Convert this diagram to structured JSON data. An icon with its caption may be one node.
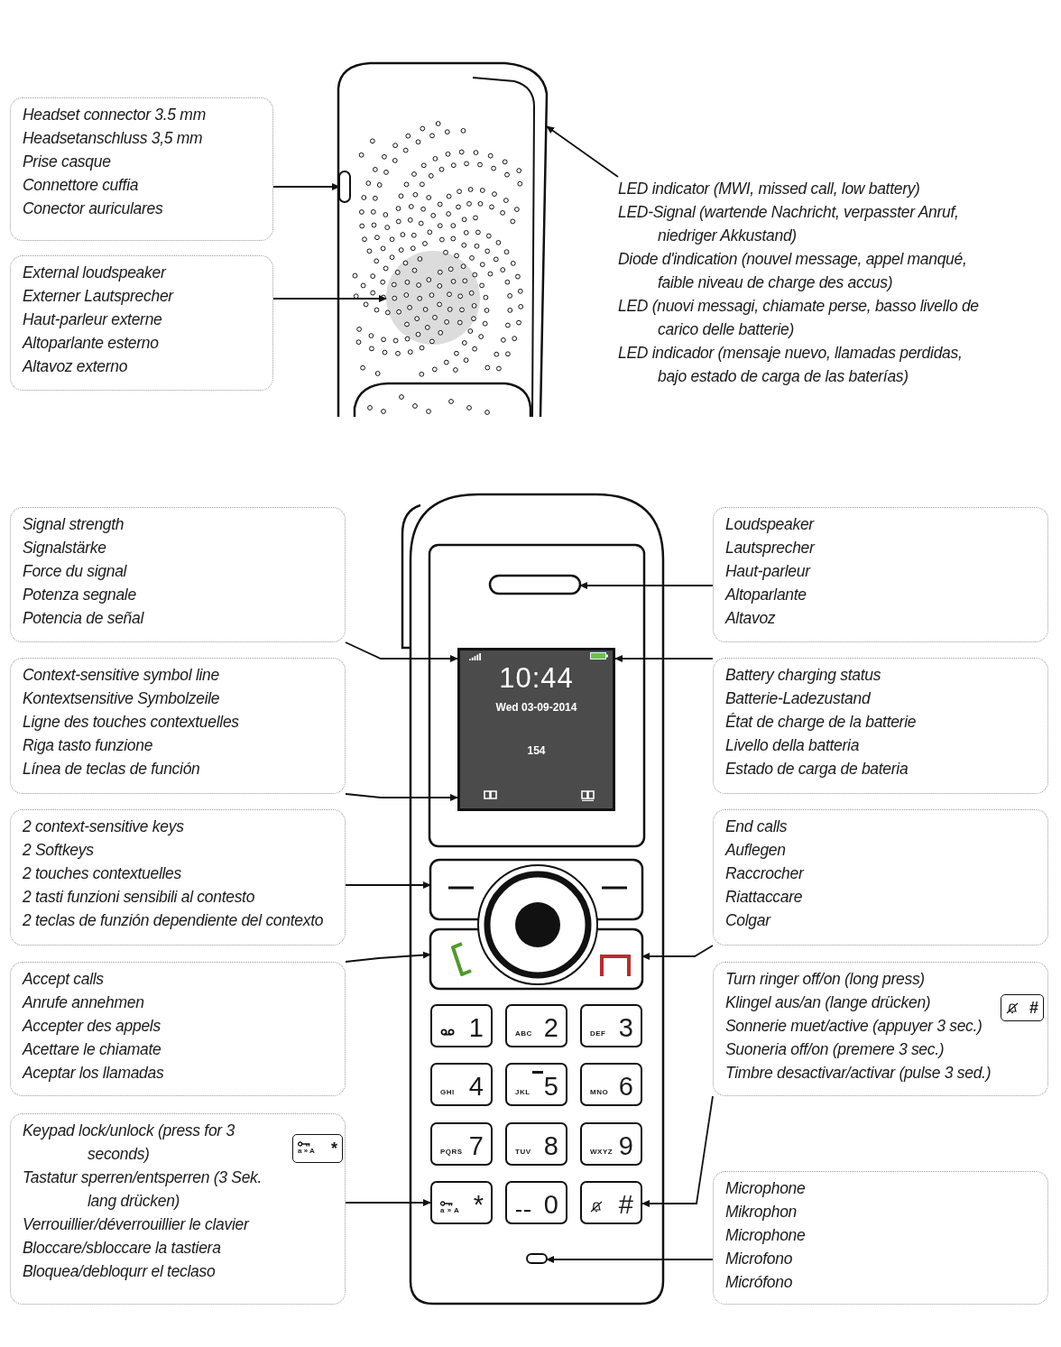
{
  "diagram": {
    "nodes": [
      {
        "text": [
          "Headset connector 3.5 mm",
          "Headsetanschluss 3,5 mm",
          "Prise casque",
          "Connettore cuffia",
          "Conector auriculares"
        ]
      },
      {
        "text": [
          "External loudspeaker",
          "Externer Lautsprecher",
          "Haut-parleur externe",
          "Altoparlante esterno",
          "Altavoz externo"
        ]
      },
      {
        "text": [
          "LED indicator (MWI, missed call, low battery)",
          "LED-Signal (wartende Nachricht, verpasster Anruf, niedriger Akkustand)",
          "Diode d'indication (nouvel message, appel manqué, faible niveau de charge des accus)",
          "LED (nuovi messagi, chiamate perse, basso livello de carico delle batterie)",
          "LED indicador (mensaje nuevo, llamadas perdidas, bajo estado de carga de las baterías)"
        ]
      },
      {
        "text": [
          "Signal strength",
          "Signalstärke",
          "Force du signal",
          "Potenza segnale",
          "Potencia de señal"
        ]
      },
      {
        "text": [
          "Context-sensitive symbol line",
          "Kontextsensitive Symbolzeile",
          "Ligne des touches contextuelles",
          "Riga tasto funzione",
          "Línea de teclas de función"
        ]
      },
      {
        "text": [
          "2 context-sensitive keys",
          "2 Softkeys",
          "2 touches contextuelles",
          "2 tasti funzioni sensibili al contesto",
          "2 teclas de funzión dependiente del contexto"
        ]
      },
      {
        "text": [
          "Accept calls",
          "Anrufe annehmen",
          "Accepter des appels",
          "Acettare le chiamate",
          "Aceptar los llamadas"
        ]
      },
      {
        "text": [
          "Keypad lock/unlock (press for 3 seconds)",
          "Tastatur sperren/entsperren (3 Sek. lang drücken)",
          "Verrouillier/déverrouillier le clavier",
          "Bloccare/sbloccare la tastiera",
          "Bloquea/debloqurr el teclaso",
          "a » A",
          "*"
        ]
      },
      {
        "text": [
          "Loudspeaker",
          "Lautsprecher",
          "Haut-parleur",
          "Altoparlante",
          "Altavoz"
        ]
      },
      {
        "text": [
          "Battery charging status",
          "Batterie-Ladezustand",
          "État de charge de la batterie",
          "Livello della batteria",
          "Estado de carga de bateria"
        ]
      },
      {
        "text": [
          "End calls",
          "Auflegen",
          "Raccrocher",
          "Riattaccare",
          "Colgar"
        ]
      },
      {
        "text": [
          "Turn ringer off/on (long press)",
          "Klingel aus/an (lange drücken)",
          "Sonnerie muet/active (appuyer 3 sec.)",
          "Suoneria off/on (premere 3 sec.)",
          "Timbre desactivar/activar (pulse 3 sed.)",
          "#"
        ]
      },
      {
        "text": [
          "Microphone",
          "Mikrophon",
          "Microphone",
          "Microfono",
          "Micrófono"
        ]
      },
      {
        "text": [
          "10:44",
          "Wed 03-09-2014",
          "154"
        ]
      },
      {
        "text": [
          "1"
        ]
      },
      {
        "text": [
          "ABC",
          "2"
        ]
      },
      {
        "text": [
          "DEF",
          "3"
        ]
      },
      {
        "text": [
          "GHI",
          "4"
        ]
      },
      {
        "text": [
          "JKL",
          "5"
        ]
      },
      {
        "text": [
          "MNO",
          "6"
        ]
      },
      {
        "text": [
          "PQRS",
          "7"
        ]
      },
      {
        "text": [
          "TUV",
          "8"
        ]
      },
      {
        "text": [
          "WXYZ",
          "9"
        ]
      },
      {
        "text": [
          "a » A",
          "*"
        ]
      },
      {
        "text": [
          "0"
        ]
      },
      {
        "text": [
          "#"
        ]
      },
      {
        "text": [],
        "shape": "picture"
      },
      {
        "text": [],
        "shape": "box",
        "in": 26
      },
      {
        "text": [],
        "shape": "circle",
        "in": 26
      },
      {
        "text": [],
        "shape": "box"
      },
      {
        "text": [],
        "shape": "box"
      },
      {
        "text": [],
        "shape": "box"
      },
      {
        "text": [],
        "shape": "box"
      }
    ],
    "edges": [
      {
        "from": 0,
        "to": 27,
        "arrow": "to"
      },
      {
        "from": 1,
        "to": 28,
        "arrow": "to"
      },
      {
        "from": 2,
        "to": 26,
        "arrow": "to"
      },
      {
        "from": 3,
        "to": 13,
        "arrow": "to"
      },
      {
        "from": 4,
        "to": 13,
        "arrow": "to"
      },
      {
        "from": 5,
        "to": 30,
        "arrow": "to"
      },
      {
        "from": 6,
        "to": 31,
        "arrow": "to"
      },
      {
        "from": 7,
        "to": 23,
        "arrow": "to"
      },
      {
        "from": 8,
        "to": 29,
        "arrow": "to"
      },
      {
        "from": 9,
        "to": 13,
        "arrow": "to"
      },
      {
        "from": 10,
        "to": 31,
        "arrow": "to"
      },
      {
        "from": 11,
        "to": 25,
        "arrow": "to"
      },
      {
        "from": 12,
        "to": 32,
        "arrow": "to"
      }
    ]
  }
}
